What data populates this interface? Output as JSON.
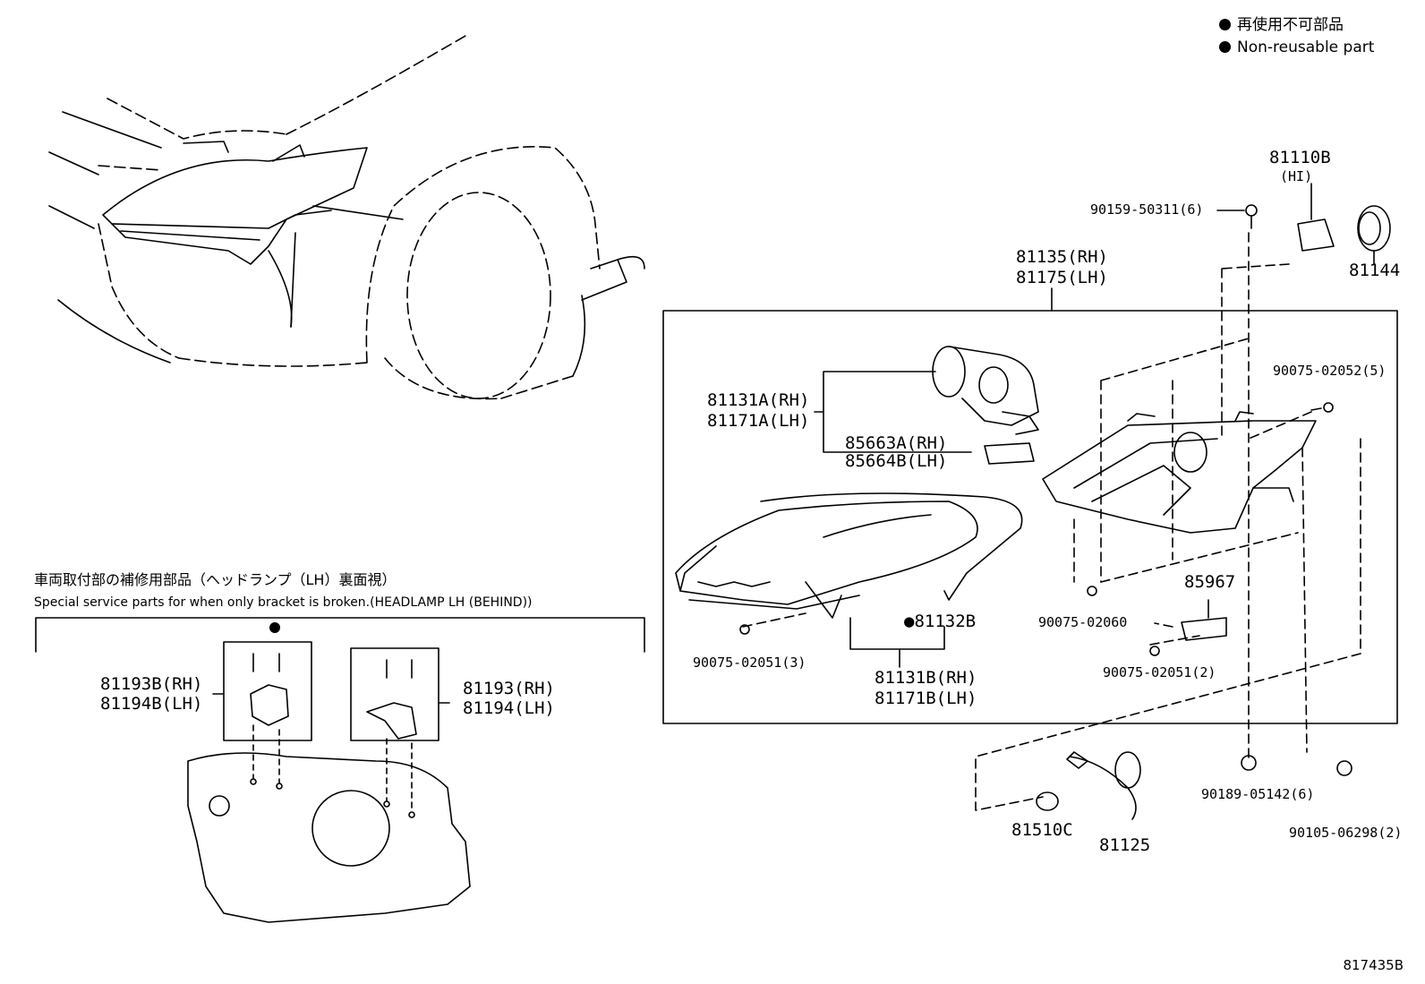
{
  "legend": {
    "jp": "再使用不可部品",
    "en": "Non-reusable part"
  },
  "note": {
    "jp": "車両取付部の補修用部品（ヘッドランプ（LH）裏面視）",
    "en": "Special service parts for when only bracket is broken.(HEADLAMP LH (BEHIND))"
  },
  "labels": {
    "p81110B": "81110B",
    "hi": "(HI)",
    "p90159": "90159-50311(6)",
    "p81144": "81144",
    "p81135": "81135(RH)",
    "p81175": "81175(LH)",
    "p81131A": "81131A(RH)",
    "p81171A": "81171A(LH)",
    "p85663A": "85663A(RH)",
    "p85664B": "85664B(LH)",
    "p90075_5": "90075-02052(5)",
    "p81132B": "81132B",
    "p85967": "85967",
    "p90075_02060": "90075-02060",
    "p90075_3": "90075-02051(3)",
    "p81131B": "81131B(RH)",
    "p81171B": "81171B(LH)",
    "p90075_2": "90075-02051(2)",
    "p81193B": "81193B(RH)",
    "p81194B": "81194B(LH)",
    "p81193": "81193(RH)",
    "p81194": "81194(LH)",
    "p90189": "90189-05142(6)",
    "p90105": "90105-06298(2)",
    "p81510C": "81510C",
    "p81125": "81125"
  },
  "drawing_code": "817435B"
}
